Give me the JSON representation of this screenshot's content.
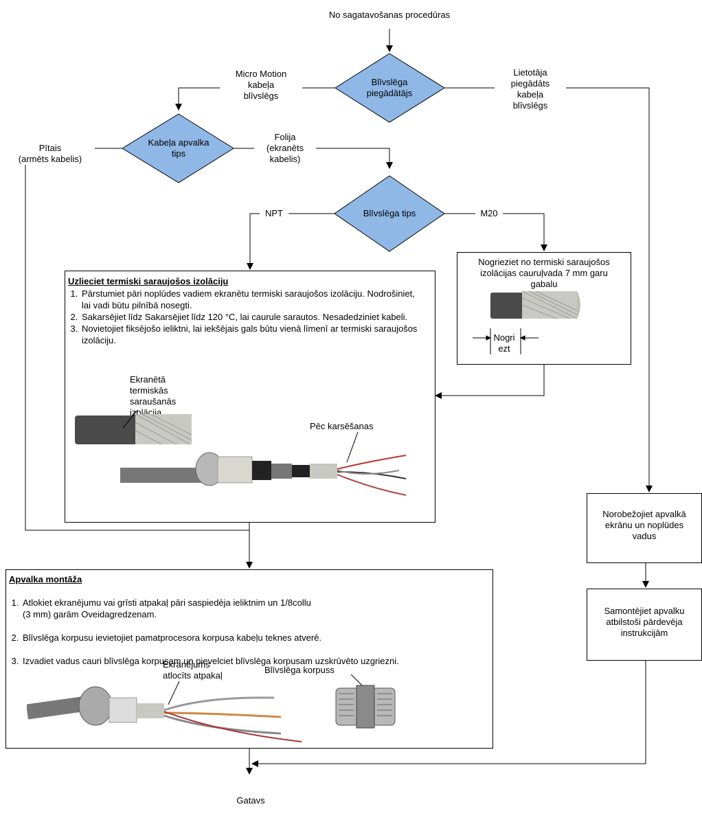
{
  "start_label": "No sagatavošanas procedūras",
  "end_label": "Gatavs",
  "decisions": {
    "supplier": {
      "lines": [
        "Blīvslēga",
        "piegādātājs"
      ]
    },
    "sheath": {
      "lines": [
        "Kabeļa apvalka",
        "tips"
      ]
    },
    "gland": {
      "lines": [
        "Blīvslēga tips"
      ]
    }
  },
  "branches": {
    "micro_motion": [
      "Micro Motion",
      "kabeļa",
      "blīvslēgs"
    ],
    "user_supplied": [
      "Lietotāja",
      "piegādāts",
      "kabeļa",
      "blīvslēgs"
    ],
    "braided": [
      "Pītais",
      "(armēts kabelis)"
    ],
    "foil": [
      "Folija",
      "(ekranēts",
      "kabelis)"
    ],
    "npt": "NPT",
    "m20": "M20"
  },
  "m20_box": {
    "text": [
      "Nogrieziet no termiski saraujošos",
      "izolācijas cauruļvada 7 mm garu",
      "gabalu"
    ],
    "cut_label": [
      "Nogri",
      "ezt"
    ]
  },
  "heat_box": {
    "title": "Uzlieciet termiski saraujošos izolāciju",
    "steps": [
      "Pārstumiet pāri noplūdes vadiem ekranētu termiski saraujošos izolāciju. Nodrošiniet, lai vadi būtu pilnībā nosegti.",
      "Sakarsējiet līdz Sakarsējiet līdz 120 °C, lai caurule sarautos. Nesadedziniet kabeli.",
      "Novietojiet fiksējošo ieliktni, lai iekšējais gals būtu vienā līmenī ar termiski saraujošos izolāciju."
    ],
    "label_shielded": [
      "Ekranētā",
      "termiskās",
      "saraušanās",
      "izolācija"
    ],
    "label_after": "Pēc karsēšanas"
  },
  "isolate_box": {
    "lines": [
      "Norobežojiet apvalkā",
      "ekrānu un noplūdes",
      "vadus"
    ]
  },
  "assemble_box": {
    "lines": [
      "Samontējiet apvalku",
      "atbilstoši pārdevēja",
      "instrukcijām"
    ]
  },
  "shell_box": {
    "title": "Apvalka montāža",
    "steps": [
      "Atlokiet ekranējumu vai grīsti atpakaļ pāri saspiedēja ieliktnim un 1/8collu\n(3 mm) garām Oveidagredzenam.",
      "Blīvslēga korpusu ievietojiet pamatprocesora korpusa kabeļu teknes atverē.",
      "Izvadiet vadus cauri blīvslēga korpusam un pievelciet blīvslēga korpusam uzskrūvēto uzgriezni."
    ],
    "label_shield": [
      "Ekranējums",
      "atlocīts atpakaļ"
    ],
    "label_body": "Blīvslēga korpuss"
  },
  "colors": {
    "diamond": "#8FB8E6",
    "line": "#000000"
  }
}
